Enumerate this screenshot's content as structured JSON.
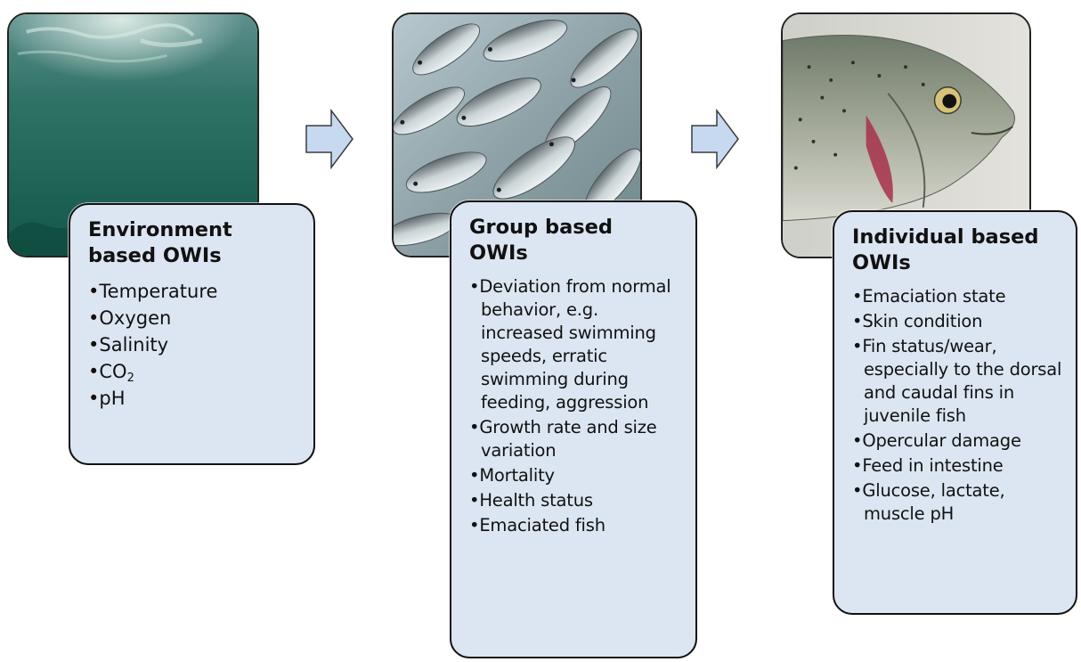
{
  "stages": [
    {
      "title_line1": "Environment",
      "title_line2": "based OWIs",
      "items": [
        "Temperature",
        "Oxygen",
        "Salinity",
        "pH"
      ],
      "co2": {
        "main": "CO",
        "sub": "2"
      }
    },
    {
      "title_line1": "Group based",
      "title_line2": "OWIs",
      "items": [
        "Deviation from normal behavior, e.g. increased swimming speeds, erratic swimming during feeding, aggression",
        "Growth rate and size variation",
        "Mortality",
        "Health status",
        "Emaciated fish"
      ]
    },
    {
      "title_line1": "Individual based",
      "title_line2": "OWIs",
      "items": [
        "Emaciation state",
        "Skin condition",
        "Fin status/wear, especially to the dorsal and caudal fins in juvenile fish",
        "Opercular damage",
        "Feed in intestine",
        "Glucose, lactate, muscle pH"
      ]
    }
  ],
  "colors": {
    "card_fill": "#dce6f2",
    "arrow_fill": "#c6d9f1",
    "arrow_stroke": "#3b3b3b"
  }
}
